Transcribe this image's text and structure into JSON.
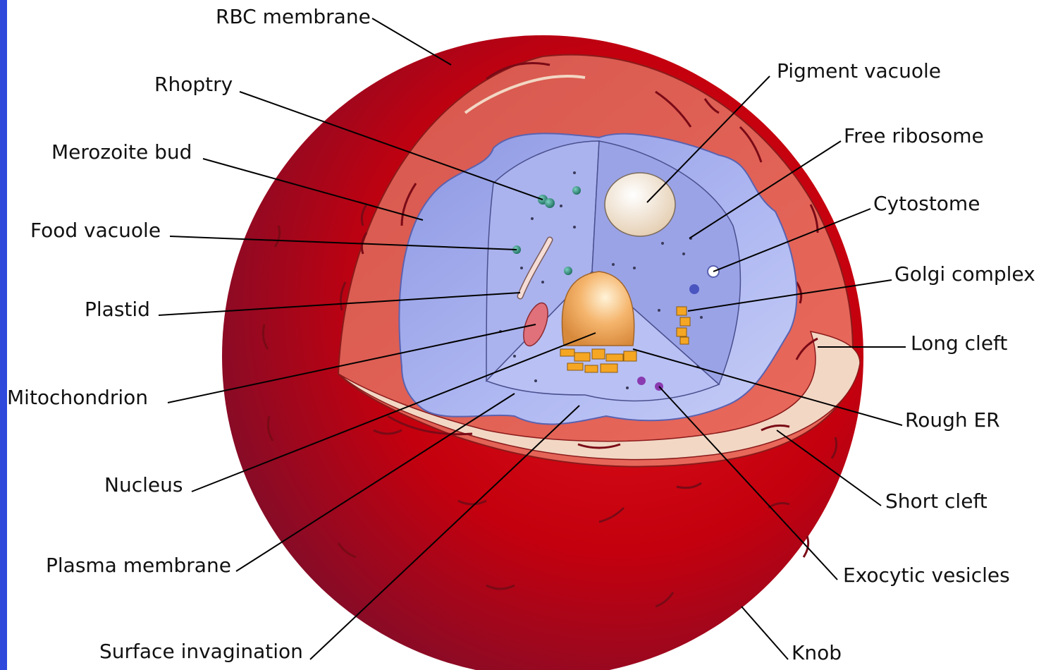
{
  "labels": {
    "rbc_membrane": "RBC membrane",
    "rhoptry": "Rhoptry",
    "merozoite_bud": "Merozoite bud",
    "food_vacuole": "Food vacuole",
    "plastid": "Plastid",
    "mitochondrion": "Mitochondrion",
    "nucleus": "Nucleus",
    "plasma_membrane": "Plasma membrane",
    "surface_invagination": "Surface invagination",
    "pigment_vacuole": "Pigment vacuole",
    "free_ribosome": "Free ribosome",
    "cytostome": "Cytostome",
    "golgi_complex": "Golgi complex",
    "long_cleft": "Long cleft",
    "rough_er": "Rough ER",
    "short_cleft": "Short cleft",
    "exocytic_vesicles": "Exocytic vesicles",
    "knob": "Knob"
  },
  "colors": {
    "background_frame": "#2f49dc",
    "rbc_dark": "#c4000e",
    "rbc_light": "#e86256",
    "cytoplasm": "#a8b2ee",
    "nucleus": "#f2b06a",
    "er": "#f5a623",
    "pigment": "#f5e6d2"
  }
}
